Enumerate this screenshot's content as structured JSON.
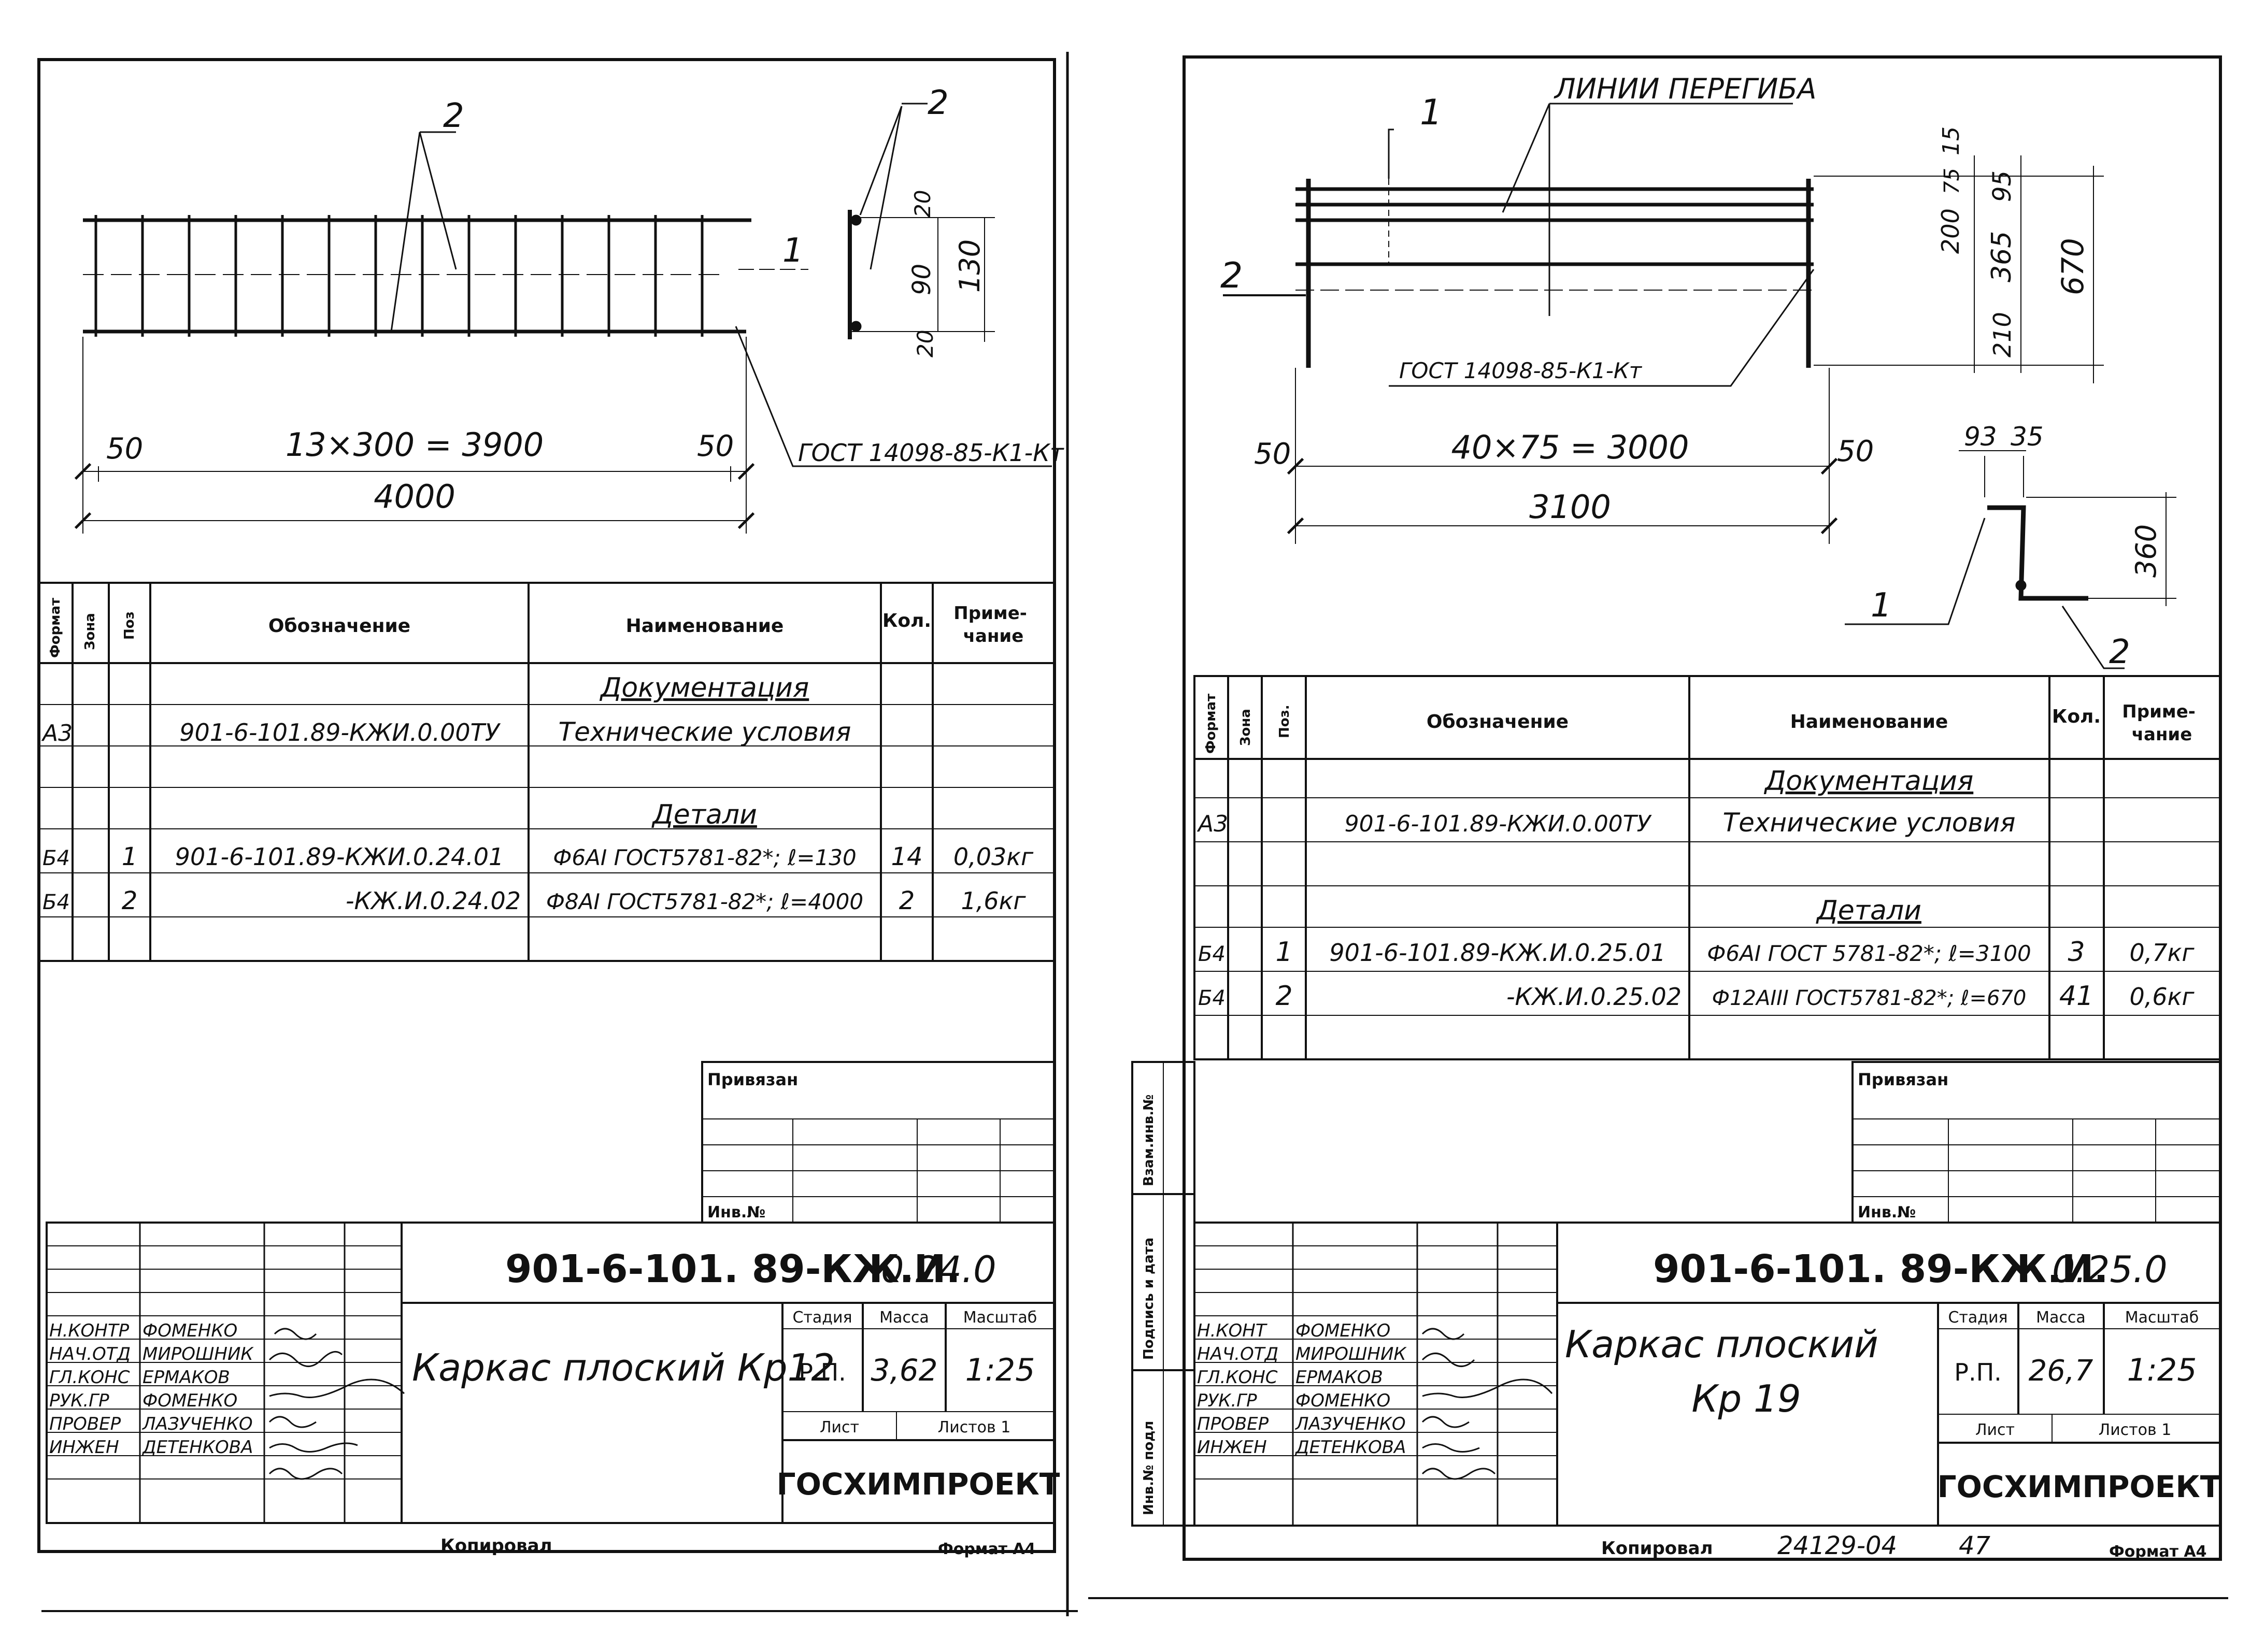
{
  "sheets": [
    {
      "id": "kp12",
      "drawing": {
        "callouts": {
          "pos2": "2",
          "pos1": "1",
          "pos2_section": "2"
        },
        "dimensions": {
          "spacing": "13×300 = 3900",
          "end_left": "50",
          "end_right": "50",
          "overall": "4000",
          "gost_note": "ГОСТ 14098-85-К1-Кт",
          "sec_top": "20",
          "sec_mid": "90",
          "sec_bot": "20",
          "sec_total": "130"
        }
      },
      "spec": {
        "headers": {
          "format": "Формат",
          "zone": "Зона",
          "pos": "Поз",
          "designation": "Обозначение",
          "name": "Наименование",
          "qty": "Кол.",
          "note": "Приме-\nчание"
        },
        "section_docs": "Документация",
        "doc_row": {
          "format": "А3",
          "designation": "901-6-101.89-КЖИ.0.00ТУ",
          "name": "Технические  условия"
        },
        "section_parts": "Детали",
        "rows": [
          {
            "format": "Б4",
            "pos": "1",
            "designation": "901-6-101.89-КЖИ.0.24.01",
            "name": "Ф6АI ГОСТ5781-82*; ℓ=130",
            "qty": "14",
            "note": "0,03кг"
          },
          {
            "format": "Б4",
            "pos": "2",
            "designation": "-КЖ.И.0.24.02",
            "name": "Ф8АI ГОСТ5781-82*; ℓ=4000",
            "qty": "2",
            "note": "1,6кг"
          }
        ]
      },
      "binding": {
        "label": "Привязан",
        "inv": "Инв.№"
      },
      "titleblock": {
        "code_main": "901-6-101. 89-КЖ.И.",
        "code_suffix": "0.24.0",
        "title": "Каркас плоский Кр12",
        "stage_h": "Стадия",
        "mass_h": "Масса",
        "scale_h": "Масштаб",
        "stage": "Р.П.",
        "mass": "3,62",
        "scale": "1:25",
        "sheet_h": "Лист",
        "sheets_h": "Листов 1",
        "org": "ГОСХИМПРОЕКТ",
        "people": [
          {
            "role": "Н.КОНТР",
            "name": "ФОМЕНКО"
          },
          {
            "role": "НАЧ.ОТД",
            "name": "МИРОШНИК"
          },
          {
            "role": "ГЛ.КОНС",
            "name": "ЕРМАКОВ"
          },
          {
            "role": "РУК.ГР",
            "name": "ФОМЕНКО"
          },
          {
            "role": "ПРОВЕР",
            "name": "ЛАЗУЧЕНКО"
          },
          {
            "role": "ИНЖЕН",
            "name": "ДЕТЕНКОВА"
          }
        ]
      },
      "footer": {
        "copied": "Копировал",
        "format": "Формат А4"
      }
    },
    {
      "id": "kp19",
      "drawing": {
        "callouts": {
          "pos1": "1",
          "pos2": "2",
          "bend_lines": "ЛИНИИ ПЕРЕГИБА",
          "pos1_section": "1",
          "pos2_section": "2"
        },
        "dimensions": {
          "gost_note": "ГОСТ 14098-85-К1-Кт",
          "spacing": "40×75 = 3000",
          "end_left": "50",
          "end_right": "50",
          "overall": "3100",
          "right_15": "15",
          "right_75": "75",
          "right_95": "95",
          "right_200": "200",
          "right_365": "365",
          "right_210": "210",
          "right_670": "670",
          "sec_93": "93",
          "sec_35": "35",
          "sec_360": "360"
        }
      },
      "spec": {
        "headers": {
          "format": "Формат",
          "zone": "Зона",
          "pos": "Поз.",
          "designation": "Обозначение",
          "name": "Наименование",
          "qty": "Кол.",
          "note": "Приме-\nчание"
        },
        "section_docs": "Документация",
        "doc_row": {
          "format": "А3",
          "designation": "901-6-101.89-КЖИ.0.00ТУ",
          "name": "Технические  условия"
        },
        "section_parts": "Детали",
        "rows": [
          {
            "format": "Б4",
            "pos": "1",
            "designation": "901-6-101.89-КЖ.И.0.25.01",
            "name": "Ф6АI ГОСТ 5781-82*; ℓ=3100",
            "qty": "3",
            "note": "0,7кг"
          },
          {
            "format": "Б4",
            "pos": "2",
            "designation": "-КЖ.И.0.25.02",
            "name": "Ф12АIII ГОСТ5781-82*; ℓ=670",
            "qty": "41",
            "note": "0,6кг"
          }
        ]
      },
      "binding": {
        "label": "Привязан",
        "inv": "Инв.№"
      },
      "side_labels": {
        "vzam": "Взам.инв.№",
        "podpis": "Подпись и дата",
        "inv_podl": "Инв.№ подл"
      },
      "titleblock": {
        "code_main": "901-6-101. 89-КЖ.И.",
        "code_suffix": "0.25.0",
        "title_line1": "Каркас плоский",
        "title_line2": "Кр 19",
        "stage_h": "Стадия",
        "mass_h": "Масса",
        "scale_h": "Масштаб",
        "stage": "Р.П.",
        "mass": "26,7",
        "scale": "1:25",
        "sheet_h": "Лист",
        "sheets_h": "Листов 1",
        "org": "ГОСХИМПРОЕКТ",
        "people": [
          {
            "role": "Н.КОНТ",
            "name": "ФОМЕНКО"
          },
          {
            "role": "НАЧ.ОТД",
            "name": "МИРОШНИК"
          },
          {
            "role": "ГЛ.КОНС",
            "name": "ЕРМАКОВ"
          },
          {
            "role": "РУК.ГР",
            "name": "ФОМЕНКО"
          },
          {
            "role": "ПРОВЕР",
            "name": "ЛАЗУЧЕНКО"
          },
          {
            "role": "ИНЖЕН",
            "name": "ДЕТЕНКОВА"
          }
        ]
      },
      "footer": {
        "copied": "Копировал",
        "number": "24129-04",
        "page": "47",
        "format": "Формат А4"
      }
    }
  ]
}
